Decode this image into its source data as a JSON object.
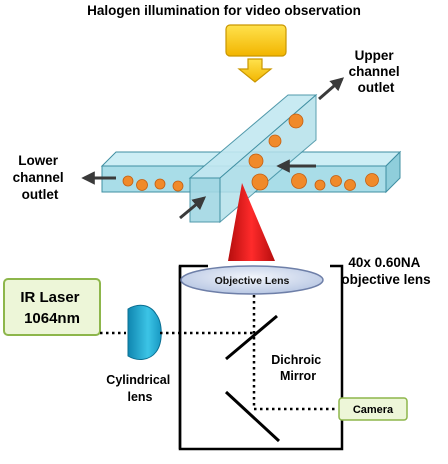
{
  "title": "Halogen illumination for video observation",
  "labels": {
    "upper_outlet": [
      "Upper",
      "channel",
      "outlet"
    ],
    "lower_outlet": [
      "Lower",
      "channel",
      "outlet"
    ],
    "objective_spec": [
      "40x 0.60NA",
      "objective lens"
    ],
    "objective_lens": "Objective Lens",
    "ir_laser": [
      "IR Laser",
      "1064nm"
    ],
    "cylindrical_lens": [
      "Cylindrical",
      "lens"
    ],
    "dichroic_mirror": [
      "Dichroic",
      "Mirror"
    ],
    "camera": "Camera"
  },
  "colors": {
    "halogen": "#ffd400",
    "channel": "#a9dde8",
    "channel_edge": "#3f8fa2",
    "particle": "#f08a2a",
    "beam": "#e11a1a",
    "objective": "#c7d3ea",
    "ir_laser_box": "#edf6d8",
    "ir_laser_edge": "#8db64b",
    "cylindrical_lens": "#1ba9cf",
    "camera_box": "#edf6d8"
  }
}
